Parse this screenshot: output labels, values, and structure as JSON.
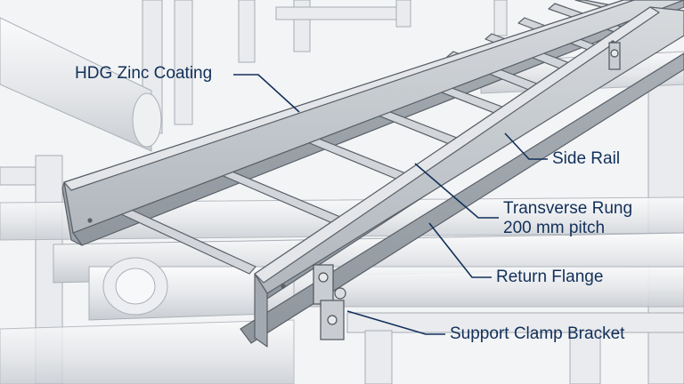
{
  "diagram": {
    "labels": {
      "zinc_coating": "HDG Zinc Coating",
      "side_rail": "Side Rail",
      "rung_line1": "Transverse Rung",
      "rung_line2": "200 mm pitch",
      "return_flange": "Return Flange",
      "clamp_bracket": "Support Clamp Bracket"
    },
    "colors": {
      "label_text": "#12305a",
      "leader_line": "#12305a",
      "galvanized_steel": "#c4c9ce",
      "steel_outline": "#5a6068",
      "background": "#f3f4f6"
    }
  }
}
